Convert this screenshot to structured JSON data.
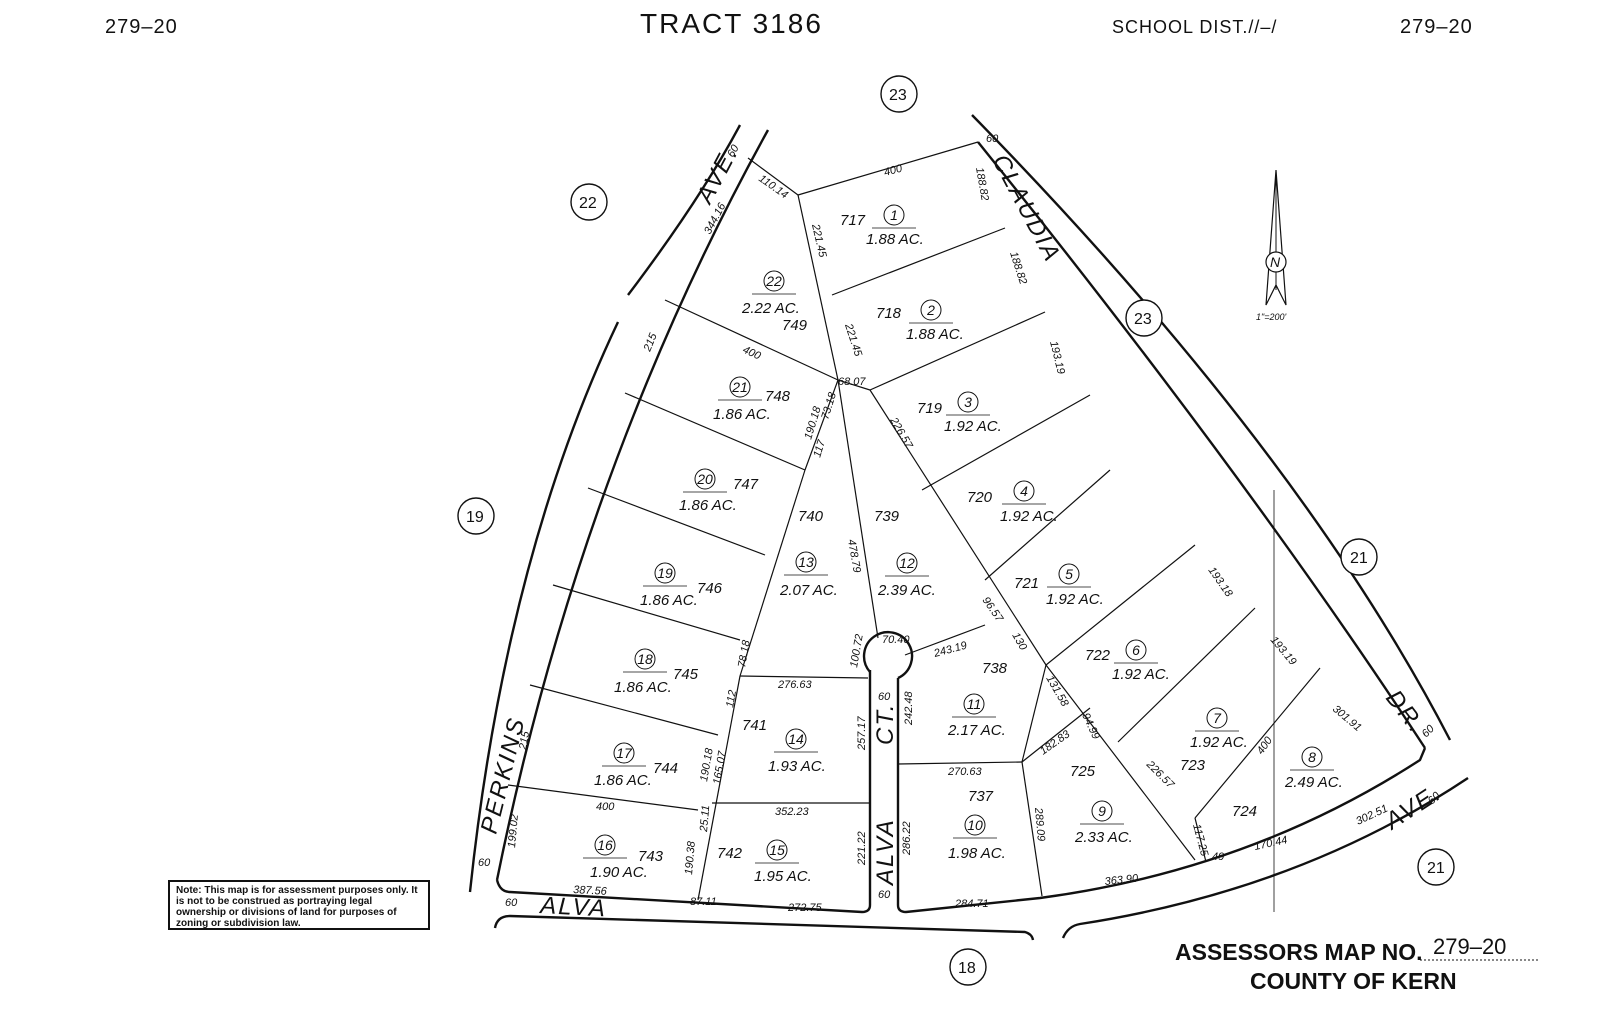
{
  "header": {
    "map_left": "279–20",
    "tract": "TRACT 3186",
    "school_dist": "SCHOOL DIST.//–/",
    "map_right": "279–20"
  },
  "footer": {
    "assessors_label": "ASSESSORS MAP NO.",
    "assessors_no": "279–20",
    "county": "COUNTY OF KERN"
  },
  "note": "Note: This map is for assessment purposes only. It is not to be construed as portraying legal ownership or divisions of land for purposes of zoning or subdivision law.",
  "scale": "1\"=200'",
  "compass_label": "N",
  "neighbors": {
    "n23_top": "23",
    "n22": "22",
    "n19": "19",
    "n23_right": "23",
    "n21_mid": "21",
    "n21_bot": "21",
    "n18": "18"
  },
  "roads": {
    "claudia": "CLAUDIA",
    "dr": "DR.",
    "ave_top": "AVE.",
    "perkins": "PERKINS",
    "alva_bottom": "ALVA",
    "alva_ct_1": "ALVA",
    "alva_ct_2": "CT.",
    "ave_right": "AVE."
  },
  "lots": [
    {
      "lot": "1",
      "acres": "1.88 AC.",
      "apn": "717"
    },
    {
      "lot": "2",
      "acres": "1.88 AC.",
      "apn": "718"
    },
    {
      "lot": "3",
      "acres": "1.92 AC.",
      "apn": "719"
    },
    {
      "lot": "4",
      "acres": "1.92 AC.",
      "apn": "720"
    },
    {
      "lot": "5",
      "acres": "1.92 AC.",
      "apn": "721"
    },
    {
      "lot": "6",
      "acres": "1.92 AC.",
      "apn": "722"
    },
    {
      "lot": "7",
      "acres": "1.92 AC.",
      "apn": "723"
    },
    {
      "lot": "8",
      "acres": "2.49 AC.",
      "apn": "724"
    },
    {
      "lot": "9",
      "acres": "2.33 AC.",
      "apn": "725"
    },
    {
      "lot": "10",
      "acres": "1.98 AC.",
      "apn": "737"
    },
    {
      "lot": "11",
      "acres": "2.17 AC.",
      "apn": "738"
    },
    {
      "lot": "12",
      "acres": "2.39 AC.",
      "apn": "739"
    },
    {
      "lot": "13",
      "acres": "2.07 AC.",
      "apn": "740"
    },
    {
      "lot": "14",
      "acres": "1.93 AC.",
      "apn": "741"
    },
    {
      "lot": "15",
      "acres": "1.95 AC.",
      "apn": "742"
    },
    {
      "lot": "16",
      "acres": "1.90 AC.",
      "apn": "743"
    },
    {
      "lot": "17",
      "acres": "1.86 AC.",
      "apn": "744"
    },
    {
      "lot": "18",
      "acres": "1.86 AC.",
      "apn": "745"
    },
    {
      "lot": "19",
      "acres": "1.86 AC.",
      "apn": "746"
    },
    {
      "lot": "20",
      "acres": "1.86 AC.",
      "apn": "747"
    },
    {
      "lot": "21",
      "acres": "1.86 AC.",
      "apn": "748"
    },
    {
      "lot": "22",
      "acres": "2.22 AC.",
      "apn": "749"
    }
  ],
  "dims": {
    "d60_ave": "60",
    "d11014": "110.14",
    "d400_top": "400",
    "d60_claudia": "60",
    "d18882a": "188.82",
    "d18882b": "188.82",
    "d19319a": "193.19",
    "d34416": "344.16",
    "d22145a": "221.45",
    "d22145b": "221.45",
    "d215a": "215",
    "d400_22": "400",
    "d6807": "68.07",
    "d19018a": "190.18",
    "d7318": "73.18",
    "d117": "117",
    "d22657": "226.57",
    "d47879": "478.79",
    "d9657": "96.57",
    "d130": "130",
    "d7040": "70.40",
    "d24319": "243.19",
    "d10072": "100.72",
    "d7818": "78.18",
    "d27663": "276.63",
    "d112": "112",
    "d19018b": "190.18",
    "d16507": "165.07",
    "d25717": "257.17",
    "d60_ct": "60",
    "d24248": "242.48",
    "d13158": "131.58",
    "d19318": "193.18",
    "d19319b": "193.19",
    "d30191": "301.91",
    "d60_dr": "60",
    "d60_ave2": "60",
    "d27063": "270.63",
    "d18283": "182.83",
    "d9499": "94.99",
    "d22657b": "226.57",
    "d400_7": "400",
    "d30251": "302.51",
    "d215b": "215",
    "d19902": "199.02",
    "d400_16": "400",
    "d2511": "25.11",
    "d35223": "352.23",
    "d19038": "190.38",
    "d22122": "221.22",
    "d28622": "286.22",
    "d28909": "289.09",
    "d11725": "117.25",
    "d49": "49",
    "d17044": "170.44",
    "d60_perk": "60",
    "d38756": "387.56",
    "d8711": "87.11",
    "d27275": "272.75",
    "d60_alva": "60",
    "d60_alva2": "60",
    "d28471": "284.71",
    "d36390": "363.90"
  }
}
